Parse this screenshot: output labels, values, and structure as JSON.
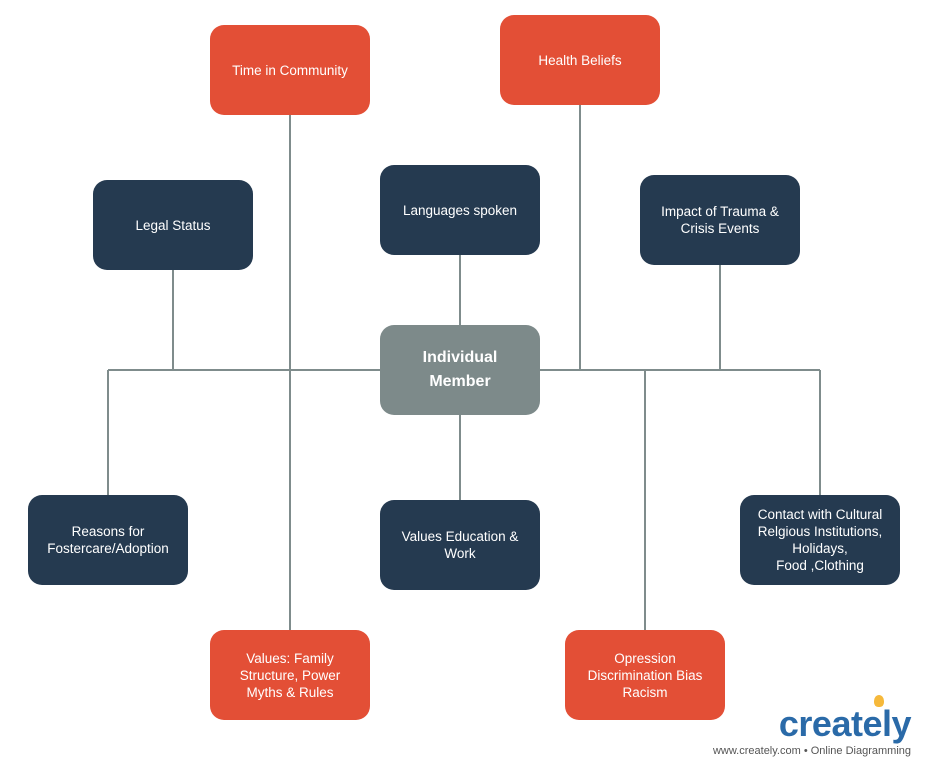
{
  "diagram": {
    "center": {
      "label": "Individual\nMember"
    },
    "nodes": {
      "time_in_community": "Time in Community",
      "health_beliefs": "Health Beliefs",
      "legal_status": "Legal Status",
      "languages_spoken": "Languages spoken",
      "impact_of_trauma": "Impact of Trauma &\nCrisis Events",
      "reasons": "Reasons for\nFostercare/Adoption",
      "values_education": "Values Education &\nWork",
      "contact_cultural": "Contact with Cultural\nRelgious Institutions,\nHolidays,\nFood ,Clothing",
      "values_family": "Values: Family\nStructure, Power\nMyths & Rules",
      "oppression": "Opression\nDiscrimination Bias\nRacism"
    }
  },
  "colors": {
    "dark_node": "#253a50",
    "accent_node": "#e34f36",
    "center_node": "#7d8a8a",
    "connector": "#7f8c8c"
  },
  "branding": {
    "logo": "creately",
    "tagline": "www.creately.com • Online Diagramming"
  }
}
